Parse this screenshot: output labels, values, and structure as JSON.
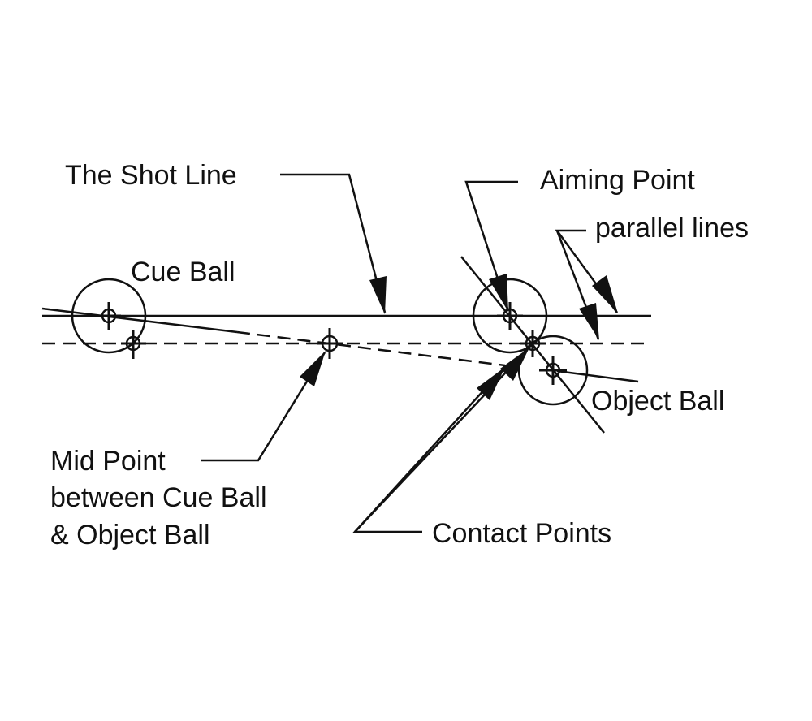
{
  "labels": {
    "shot_line": "The Shot Line",
    "aiming_point": "Aiming Point",
    "parallel_lines": "parallel lines",
    "cue_ball": "Cue Ball",
    "object_ball": "Object Ball",
    "mid_point_line1": "Mid Point",
    "mid_point_line2": "between Cue Ball",
    "mid_point_line3": "& Object Ball",
    "contact_points": "Contact Points"
  }
}
